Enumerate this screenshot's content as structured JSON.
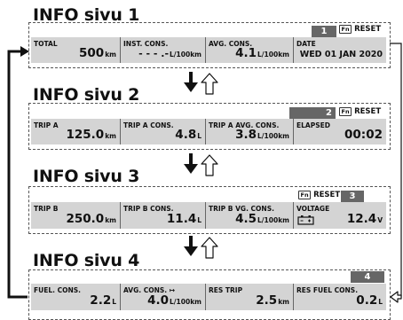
{
  "screens": [
    {
      "heading": "INFO sivu 1",
      "badge": "1",
      "reset_fn": "Fn",
      "reset_label": "RESET",
      "cells": [
        {
          "label": "TOTAL",
          "value": "500",
          "unit": "km"
        },
        {
          "label": "INST. CONS.",
          "value": "- - - .-",
          "unit": "L/100km"
        },
        {
          "label": "AVG. CONS.",
          "value": "4.1",
          "unit": "L/100km"
        },
        {
          "label": "DATE",
          "value": "WED 01 JAN 2020",
          "unit": ""
        }
      ]
    },
    {
      "heading": "INFO sivu 2",
      "badge": "2",
      "reset_fn": "Fn",
      "reset_label": "RESET",
      "cells": [
        {
          "label": "TRIP A",
          "value": "125.0",
          "unit": "km"
        },
        {
          "label": "TRIP A CONS.",
          "value": "4.8",
          "unit": "L"
        },
        {
          "label": "TRIP A AVG. CONS.",
          "value": "3.8",
          "unit": "L/100km"
        },
        {
          "label": "ELAPSED",
          "value": "00:02",
          "unit": ""
        }
      ]
    },
    {
      "heading": "INFO sivu 3",
      "badge": "3",
      "reset_fn": "Fn",
      "reset_label": "RESET",
      "cells": [
        {
          "label": "TRIP B",
          "value": "250.0",
          "unit": "km"
        },
        {
          "label": "TRIP B CONS.",
          "value": "11.4",
          "unit": "L"
        },
        {
          "label": "TRIP B  VG. CONS.",
          "value": "4.5",
          "unit": "L/100km"
        },
        {
          "label": "VOLTAGE",
          "value": "12.4",
          "unit": "V"
        }
      ]
    },
    {
      "heading": "INFO sivu 4",
      "badge": "4",
      "cells": [
        {
          "label": "FUEL. CONS.",
          "value": "2.2",
          "unit": "L"
        },
        {
          "label": "AVG. CONS. ↦",
          "value": "4.0",
          "unit": "L/100km"
        },
        {
          "label": "RES TRIP",
          "value": "2.5",
          "unit": "km"
        },
        {
          "label": "RES FUEL CONS.",
          "value": "0.2",
          "unit": "L"
        }
      ]
    }
  ],
  "icons": {
    "down_arrow": "filled-down-arrow-icon",
    "up_arrow": "outline-up-arrow-icon",
    "battery": "battery-icon",
    "fn_key": "fn-key-icon"
  },
  "colors": {
    "strip": "#d4d4d4",
    "badge": "#666666",
    "line": "#111111"
  }
}
